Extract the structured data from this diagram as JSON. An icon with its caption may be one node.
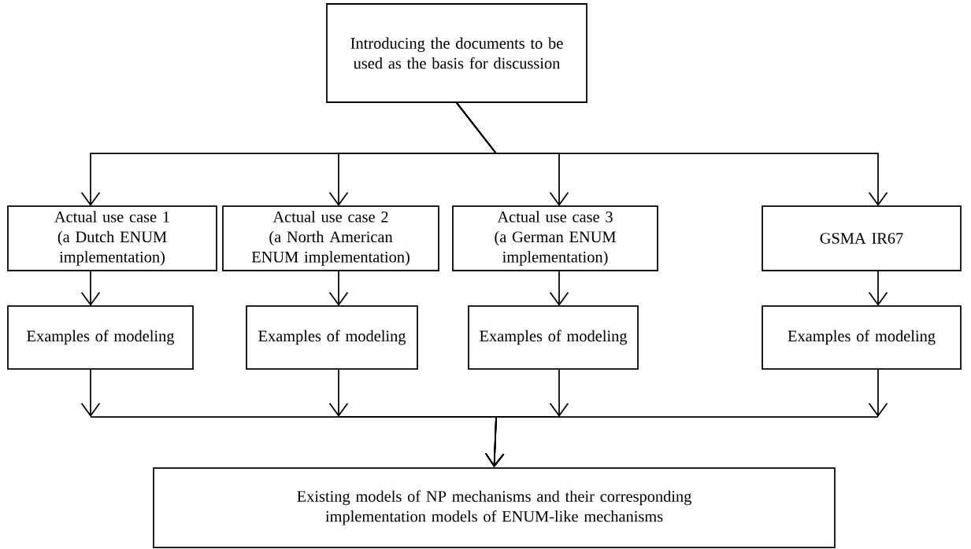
{
  "diagram": {
    "nodes": [
      {
        "text": [
          "Introducing the documents to be used as the basis for discussion"
        ]
      },
      {
        "text": [
          "Actual use case 1",
          "(a Dutch ENUM implementation)"
        ]
      },
      {
        "text": [
          "Actual use case 2",
          "(a North American ENUM implementation)"
        ]
      },
      {
        "text": [
          "Actual use case 3",
          "(a German ENUM implementation)"
        ]
      },
      {
        "text": [
          "GSMA IR67"
        ]
      },
      {
        "text": [
          "Examples of modeling"
        ]
      },
      {
        "text": [
          "Examples of modeling"
        ]
      },
      {
        "text": [
          "Examples of modeling"
        ]
      },
      {
        "text": [
          "Examples of modeling"
        ]
      },
      {
        "text": [
          "Existing models of NP mechanisms and their corresponding implementation models of ENUM-like mechanisms"
        ]
      }
    ],
    "edges": [
      {
        "from": 0,
        "to": 1,
        "arrow": "to"
      },
      {
        "from": 0,
        "to": 2,
        "arrow": "to"
      },
      {
        "from": 0,
        "to": 3,
        "arrow": "to"
      },
      {
        "from": 0,
        "to": 4,
        "arrow": "to"
      },
      {
        "from": 1,
        "to": 5,
        "arrow": "to"
      },
      {
        "from": 2,
        "to": 6,
        "arrow": "to"
      },
      {
        "from": 3,
        "to": 7,
        "arrow": "to"
      },
      {
        "from": 4,
        "to": 8,
        "arrow": "to"
      },
      {
        "from": 5,
        "to": 9,
        "arrow": "to"
      },
      {
        "from": 6,
        "to": 9,
        "arrow": "to"
      },
      {
        "from": 7,
        "to": 9,
        "arrow": "to"
      },
      {
        "from": 8,
        "to": 9,
        "arrow": "to"
      }
    ]
  }
}
